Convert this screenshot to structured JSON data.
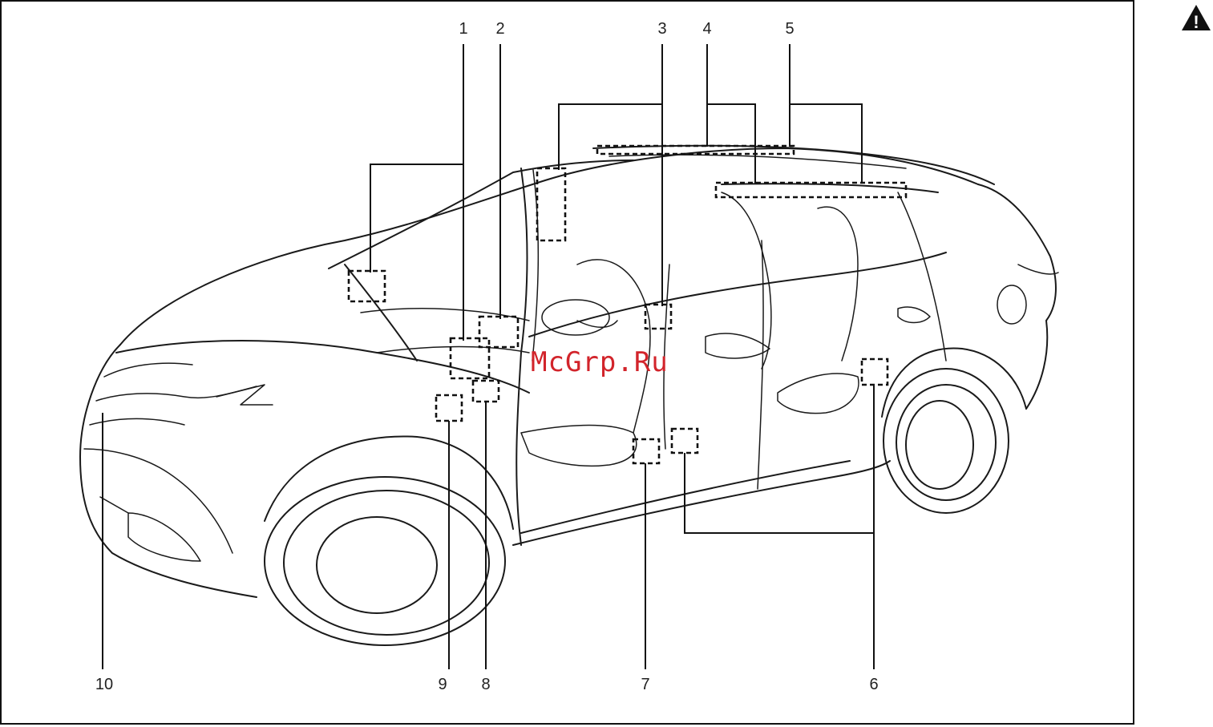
{
  "diagram": {
    "callouts": [
      "1",
      "2",
      "3",
      "4",
      "5",
      "6",
      "7",
      "8",
      "9",
      "10"
    ]
  },
  "watermark": {
    "text": "McGrp.Ru",
    "color": "#d2242b"
  },
  "warning_icon": {
    "name": "warning-triangle-icon",
    "symbol": "!"
  }
}
